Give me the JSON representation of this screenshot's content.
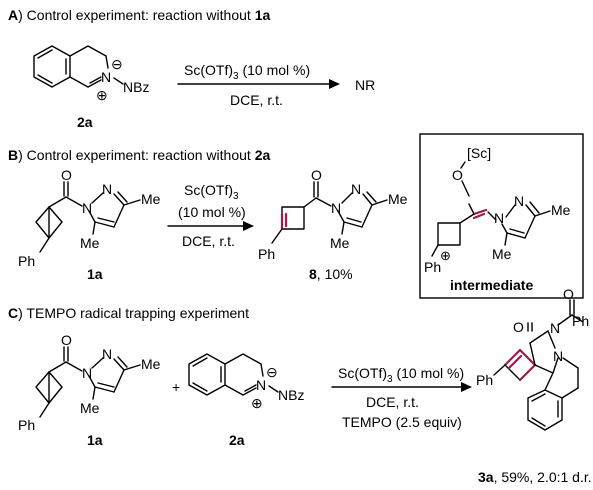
{
  "section_a": {
    "letter": "A",
    "heading": ") Control experiment: reaction without ",
    "heading_bold": "1a",
    "compound_label": "2a",
    "n_label": "N",
    "nbz_label": "NBz",
    "charge_minus": "⊖",
    "charge_plus": "⊕",
    "conditions_top": "Sc(OTf)",
    "conditions_top_sub": "3",
    "conditions_top_tail": " (10 mol %)",
    "conditions_bottom": "DCE, r.t.",
    "product": "NR"
  },
  "section_b": {
    "letter": "B",
    "heading": ") Control experiment: reaction without ",
    "heading_bold": "2a",
    "reactant_label": "1a",
    "ph": "Ph",
    "me": "Me",
    "o": "O",
    "n": "N",
    "cond_1": "Sc(OTf)",
    "cond_1_sub": "3",
    "cond_2": "(10 mol %)",
    "cond_3": "DCE, r.t.",
    "product_label": "8",
    "product_yield": ", 10%",
    "intermediate_sc": "[Sc]",
    "intermediate_label": "intermediate",
    "plus_charge": "⊕"
  },
  "section_c": {
    "letter": "C",
    "heading": ") TEMPO radical trapping experiment",
    "reactant1_label": "1a",
    "reactant2_label": "2a",
    "plus": "+",
    "cond_1": "Sc(OTf)",
    "cond_1_sub": "3",
    "cond_1_tail": " (10 mol %)",
    "cond_2": "DCE, r.t.",
    "cond_3": "TEMPO (2.5 equiv)",
    "product_label": "3a",
    "product_yield": ", 59%, 2.0:1 d.r.",
    "ph": "Ph",
    "o": "O",
    "n": "N"
  }
}
